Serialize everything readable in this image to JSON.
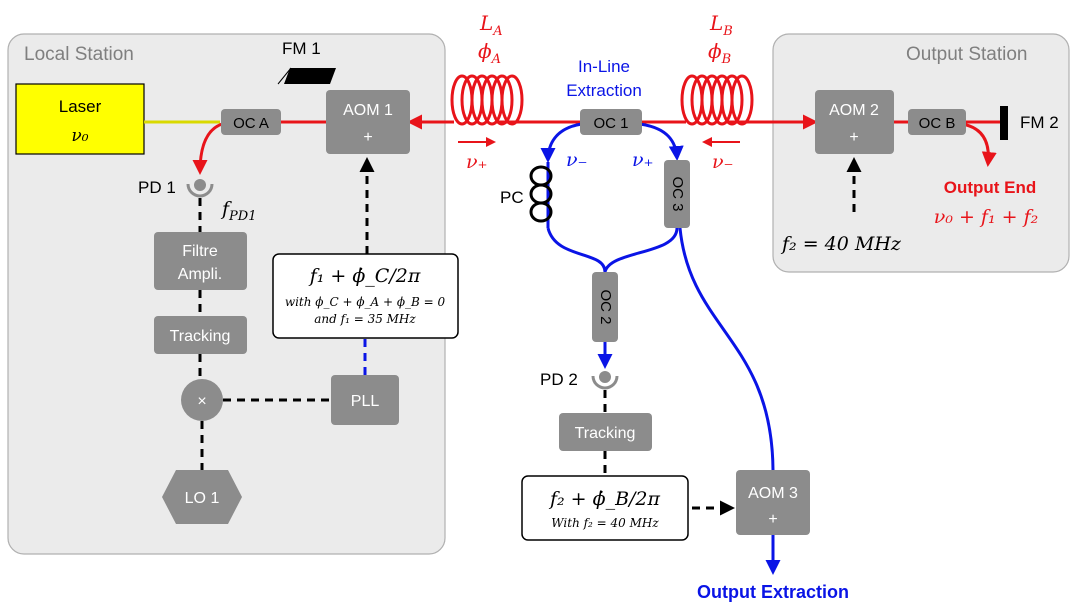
{
  "colors": {
    "red": "#e8141a",
    "blue": "#0a14e6",
    "box_gray": "#8c8c8c",
    "panel_bg": "#ebebeb",
    "panel_border": "#b0b0b0",
    "laser_fill": "#ffff00",
    "text_gray": "#7f7f7f"
  },
  "stations": {
    "local": "Local Station",
    "output": "Output Station"
  },
  "laser": {
    "label": "Laser",
    "freq": "ν₀"
  },
  "mirrors": {
    "fm1": "FM 1",
    "fm2": "FM 2"
  },
  "couplers": {
    "oca": "OC A",
    "ocb": "OC B",
    "oc1": "OC 1",
    "oc2": "OC 2",
    "oc3": "OC 3"
  },
  "aoms": {
    "aom1": "AOM 1",
    "aom2": "AOM 2",
    "aom3": "AOM 3",
    "plus": "+"
  },
  "detectors": {
    "pd1": "PD 1",
    "pd2": "PD 2",
    "fpd1": "f",
    "fpd1_sub": "PD1"
  },
  "blocks": {
    "filtre1": "Filtre",
    "filtre2": "Ampli.",
    "tracking1": "Tracking",
    "tracking2": "Tracking",
    "mixer": "×",
    "pll": "PLL",
    "lo1": "LO 1",
    "pc": "PC"
  },
  "fibers": {
    "LA": "L",
    "LA_sub": "A",
    "phiA": "ϕ",
    "phiA_sub": "A",
    "LB": "L",
    "LB_sub": "B",
    "phiB": "ϕ",
    "phiB_sub": "B"
  },
  "inline": {
    "line1": "In-Line",
    "line2": "Extraction"
  },
  "nu": {
    "plus_left": "ν₊",
    "minus_left": "ν₋",
    "plus_mid": "ν₊",
    "minus_right": "ν₋"
  },
  "equations": {
    "eq1_main": "f₁ + ϕ̇_C/2π",
    "eq1_line2": "with ϕ_C + ϕ_A + ϕ_B = 0",
    "eq1_line3": "and f₁ = 35 MHz",
    "eq2_main": "f₂ + ϕ̇_B/2π",
    "eq2_line2": "With f₂ = 40 MHz",
    "f2_label": "f₂ = 40 MHz"
  },
  "outputs": {
    "output_end": "Output End",
    "output_end_freq": "ν₀ + f₁ + f₂",
    "output_extraction": "Output Extraction"
  }
}
